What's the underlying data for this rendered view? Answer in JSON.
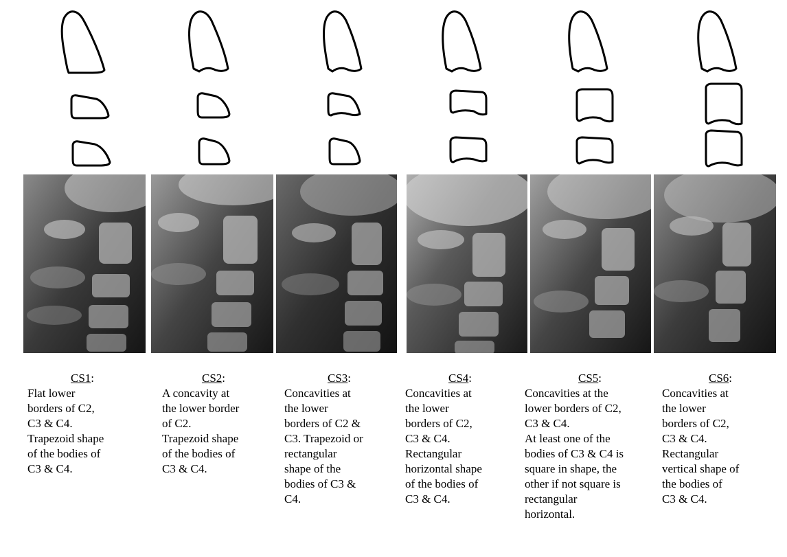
{
  "stages": [
    {
      "id": "CS1",
      "label": "CS1",
      "suffix": ":",
      "description": "Flat lower\nborders of C2,\nC3 & C4.\nTrapezoid shape\nof the bodies of\nC3 & C4.",
      "vertebra_shapes": [
        "flat-lower-border",
        "trapezoid",
        "trapezoid"
      ]
    },
    {
      "id": "CS2",
      "label": "CS2",
      "suffix": ":",
      "description": "A concavity at\nthe lower border\nof C2.\nTrapezoid shape\nof  the bodies of\nC3 & C4.",
      "vertebra_shapes": [
        "concave-lower-border",
        "trapezoid",
        "trapezoid"
      ]
    },
    {
      "id": "CS3",
      "label": "CS3",
      "suffix": ":",
      "description": "Concavities at\nthe lower\nborders of C2 &\nC3. Trapezoid or\nrectangular\nshape of  the\nbodies of C3 &\nC4.",
      "vertebra_shapes": [
        "concave-lower-border",
        "trapezoid-concave",
        "trapezoid"
      ]
    },
    {
      "id": "CS4",
      "label": "CS4",
      "suffix": ":",
      "description": "Concavities at\nthe lower\nborders of C2,\nC3 & C4.\n Rectangular\nhorizontal shape\nof  the bodies of\nC3 & C4.",
      "vertebra_shapes": [
        "concave-lower-border",
        "rectangular-horizontal",
        "rectangular-horizontal"
      ]
    },
    {
      "id": "CS5",
      "label": "CS5",
      "suffix": ":",
      "description": "Concavities at the\nlower borders of C2,\nC3 & C4.\nAt least one of the\nbodies of C3 & C4 is\nsquare in shape, the\nother if not square is\nrectangular\nhorizontal.",
      "vertebra_shapes": [
        "concave-lower-border",
        "square",
        "rectangular-horizontal"
      ]
    },
    {
      "id": "CS6",
      "label": "CS6",
      "suffix": ":",
      "description": "Concavities at\nthe lower\nborders of C2,\nC3 & C4.\nRectangular\nvertical shape of\nthe bodies of\nC3 & C4.",
      "vertebra_shapes": [
        "concave-lower-border",
        "rectangular-vertical",
        "rectangular-vertical"
      ]
    }
  ]
}
